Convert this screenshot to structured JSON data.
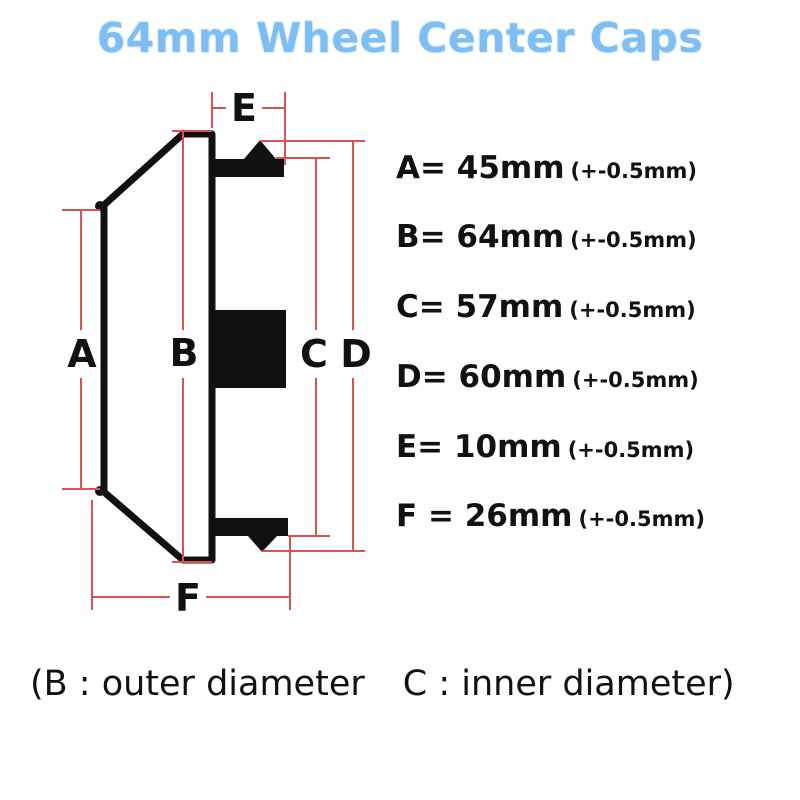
{
  "title": "64mm Wheel Center Caps",
  "labels": {
    "A": "A",
    "B": "B",
    "C": "C",
    "D": "D",
    "E": "E",
    "F": "F"
  },
  "specs": [
    {
      "main": "A= 45mm",
      "tolerance": "(+-0.5mm)"
    },
    {
      "main": "B= 64mm",
      "tolerance": "(+-0.5mm)"
    },
    {
      "main": "C= 57mm",
      "tolerance": "(+-0.5mm)"
    },
    {
      "main": "D= 60mm",
      "tolerance": "(+-0.5mm)"
    },
    {
      "main": "E= 10mm",
      "tolerance": "(+-0.5mm)"
    },
    {
      "main": "F = 26mm",
      "tolerance": "(+-0.5mm)"
    }
  ],
  "footer": {
    "outer": "(B : outer diameter",
    "inner": "C : inner diameter)"
  },
  "colors": {
    "title": "#7fbef2",
    "dimension_line": "#d9534f",
    "outline": "#111111"
  }
}
